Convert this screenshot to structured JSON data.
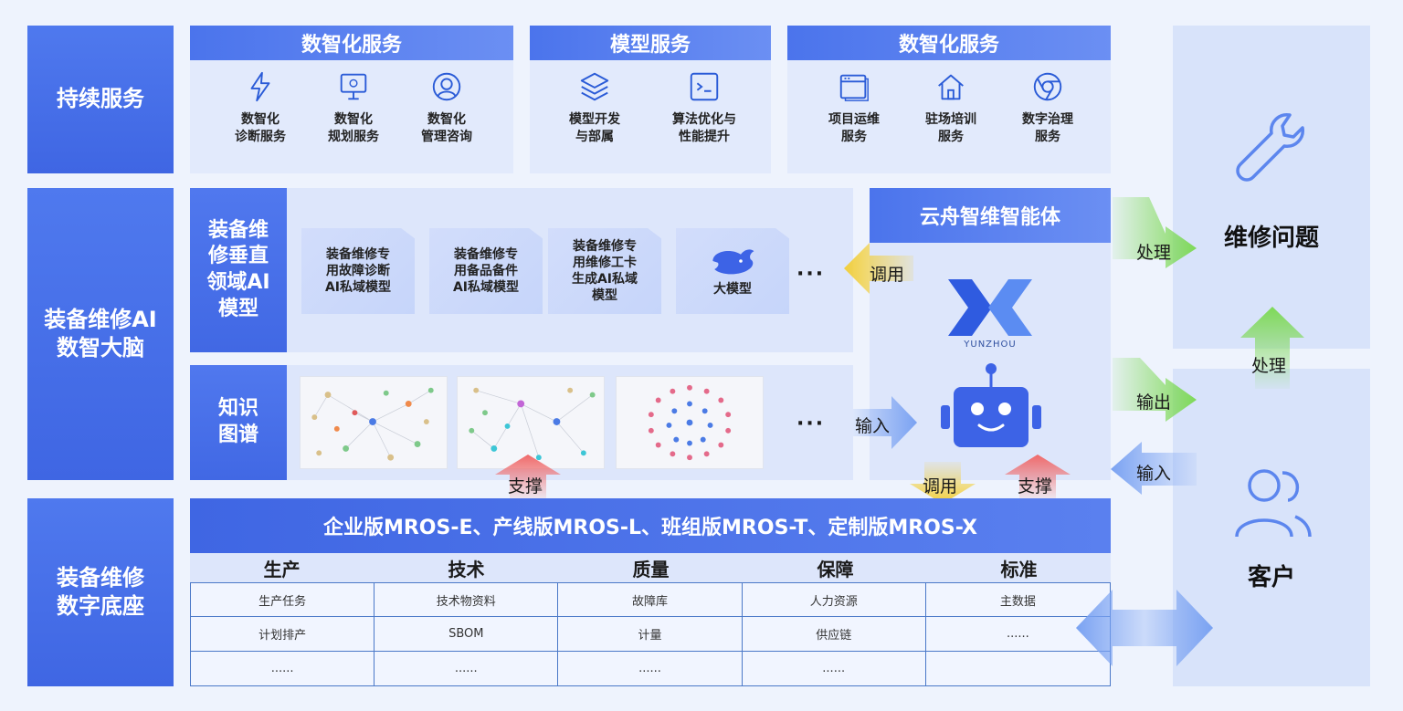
{
  "rows": {
    "continuous": "持续服务",
    "ai_brain": "装备维修AI\n数智大脑",
    "digital_base": "装备维修\n数字底座"
  },
  "services": [
    {
      "title": "数智化服务",
      "items": [
        {
          "icon": "lightning-icon",
          "label": "数智化\n诊断服务"
        },
        {
          "icon": "monitor-icon",
          "label": "数智化\n规划服务"
        },
        {
          "icon": "headset-icon",
          "label": "数智化\n管理咨询"
        }
      ]
    },
    {
      "title": "模型服务",
      "items": [
        {
          "icon": "layers-icon",
          "label": "模型开发\n与部属"
        },
        {
          "icon": "terminal-icon",
          "label": "算法优化与\n性能提升"
        }
      ]
    },
    {
      "title": "数智化服务",
      "items": [
        {
          "icon": "window-icon",
          "label": "项目运维\n服务"
        },
        {
          "icon": "house-icon",
          "label": "驻场培训\n服务"
        },
        {
          "icon": "chrome-icon",
          "label": "数字治理\n服务"
        }
      ]
    }
  ],
  "vertical_ai": {
    "label": "装备维\n修垂直\n领域AI\n模型",
    "cards": [
      "装备维修专\n用故障诊断\nAI私域模型",
      "装备维修专\n用备品备件\nAI私域模型",
      "装备维修专\n用维修工卡\n生成AI私域\n模型"
    ],
    "big_model": "大模型",
    "ellipsis": "···"
  },
  "knowledge_graph": {
    "label": "知识\n图谱",
    "ellipsis": "···"
  },
  "agent": {
    "title": "云舟智维智能体",
    "logo_text": "YUNZHOU"
  },
  "arrows": {
    "call_left": "调用",
    "input_agent": "输入",
    "support_kg": "支撑",
    "call_down": "调用",
    "support_up": "支撑",
    "process_right": "处理",
    "output_right": "输出",
    "input_left": "输入",
    "process_up": "处理"
  },
  "mros": {
    "banner": "企业版MROS-E、产线版MROS-L、班组版MROS-T、定制版MROS-X",
    "columns": [
      "生产",
      "技术",
      "质量",
      "保障",
      "标准"
    ],
    "rows": [
      [
        "生产任务",
        "技术物资料",
        "故障库",
        "人力资源",
        "主数据"
      ],
      [
        "计划排产",
        "SBOM",
        "计量",
        "供应链",
        "......"
      ],
      [
        "......",
        "......",
        "......",
        "......",
        ""
      ]
    ]
  },
  "right": {
    "repair": "维修问题",
    "customer": "客户"
  },
  "colors": {
    "primary": "#4a72ec",
    "panel": "#dde6fb",
    "green_arrow": "#7ed957",
    "yellow_arrow": "#f2cf3c",
    "blue_arrow": "#7aa2f2",
    "red_arrow": "#f06a6a"
  }
}
